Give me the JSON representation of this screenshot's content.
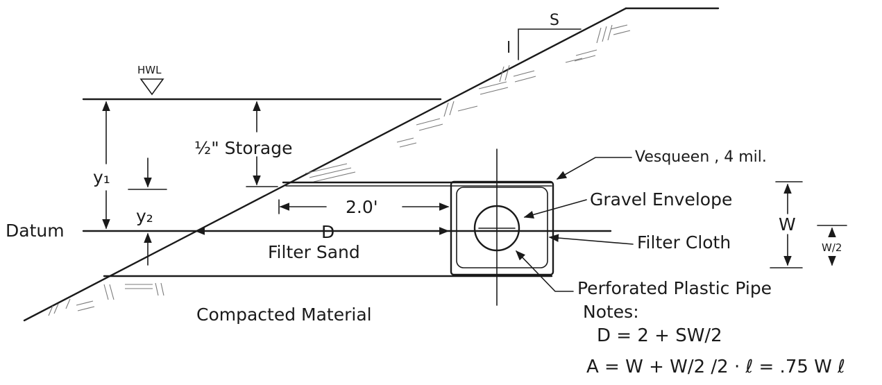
{
  "labels": {
    "slope_s": "S",
    "slope_1": "l",
    "hwl": "HWL",
    "storage": "½\" Storage",
    "y1": "y₁",
    "y2": "y₂",
    "datum": "Datum",
    "distance_2ft": "2.0'",
    "distance_d": "D",
    "filter_sand": "Filter Sand",
    "compacted_material": "Compacted Material",
    "vesqueen": "Vesqueen , 4 mil.",
    "gravel_envelope": "Gravel Envelope",
    "filter_cloth": "Filter Cloth",
    "perforated_pipe": "Perforated Plastic Pipe",
    "w": "W",
    "w_half": "W/2"
  },
  "notes": {
    "heading": "Notes:",
    "formula_d": "D = 2 + SW/2",
    "formula_a": "A = W + W/2 /2 · ℓ = .75 W ℓ"
  }
}
